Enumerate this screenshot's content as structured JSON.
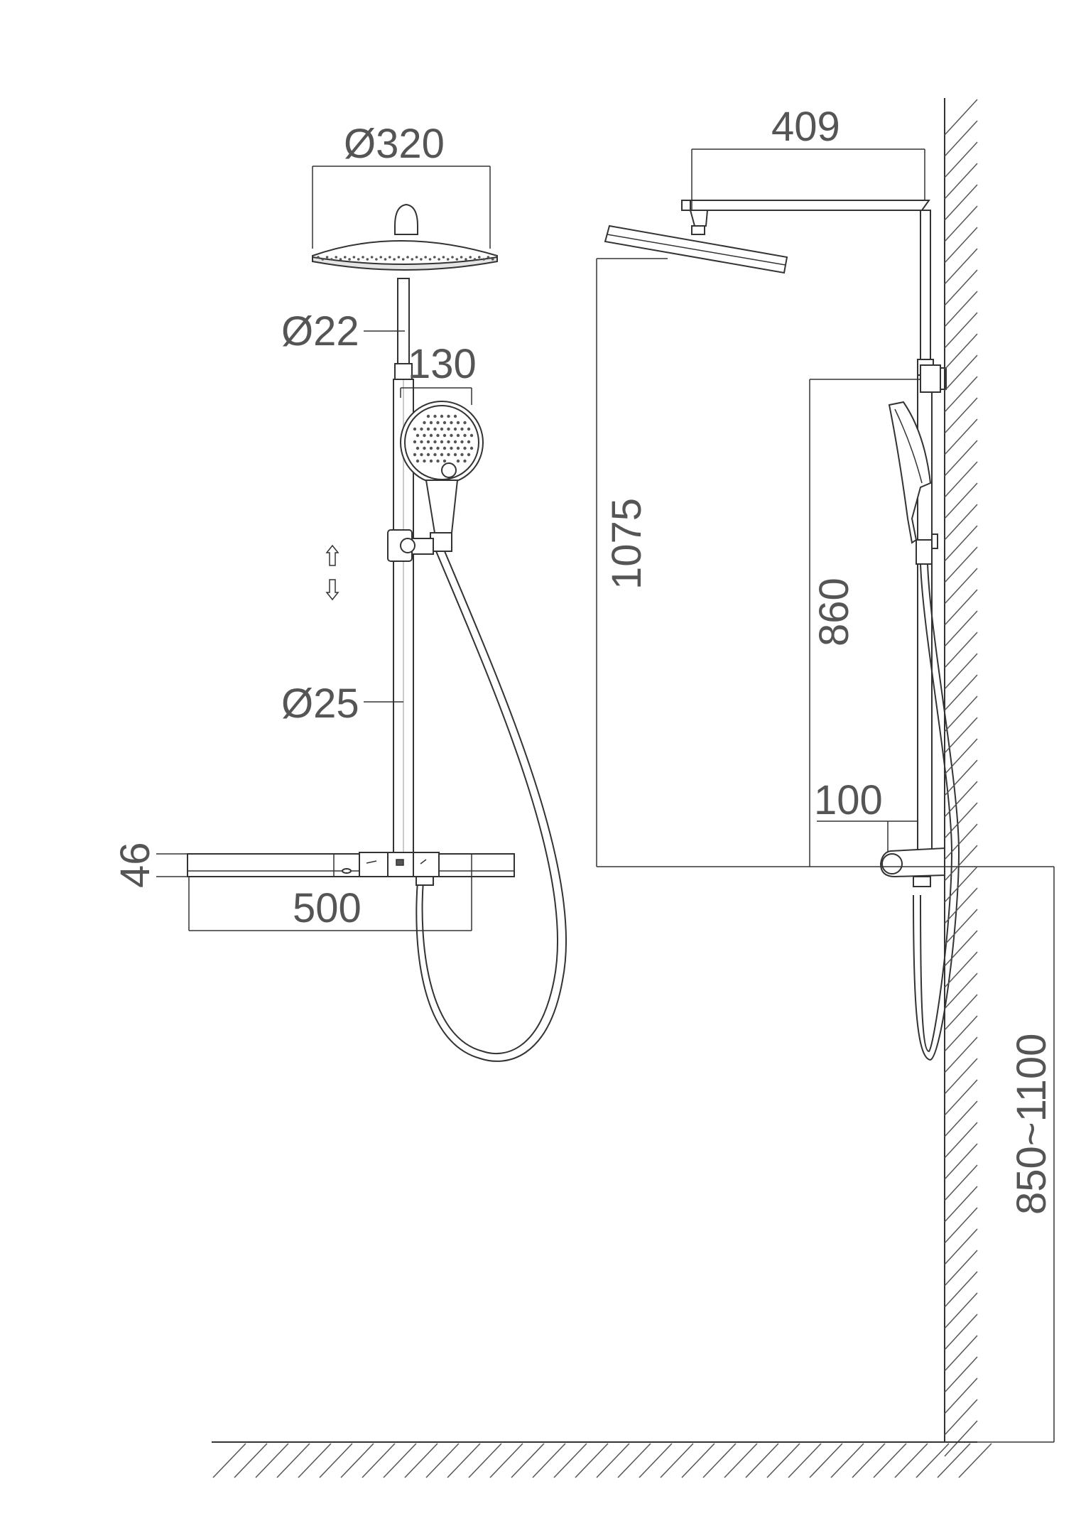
{
  "front_view": {
    "rain_head_diameter": "Ø320",
    "upper_pipe_diameter": "Ø22",
    "hand_shower_width": "130",
    "lower_pipe_diameter": "Ø25",
    "shelf_height": "46",
    "shelf_width": "500"
  },
  "side_view": {
    "arm_projection": "409",
    "rain_head_height": "1075",
    "hand_holder_height": "860",
    "mixer_depth": "100",
    "install_height": "850~1100"
  }
}
